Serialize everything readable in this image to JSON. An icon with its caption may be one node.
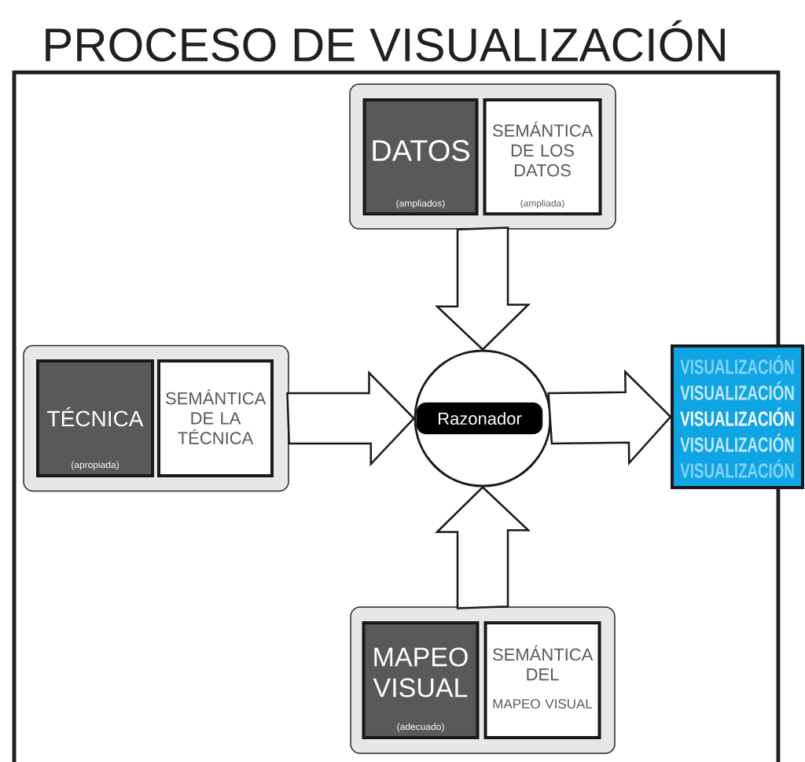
{
  "diagram": {
    "title": "PROCESO DE VISUALIZACIÓN",
    "nodes": [
      {
        "text": [],
        "shape": "box"
      },
      {
        "text": [
          "DATOS",
          "(ampliados)"
        ],
        "in": 0
      },
      {
        "text": [
          "SEMÁNTICA DE LOS DATOS",
          "(ampliada)"
        ],
        "in": 0
      },
      {
        "text": [],
        "shape": "box"
      },
      {
        "text": [
          "TÉCNICA",
          "(apropiada)"
        ],
        "in": 3
      },
      {
        "text": [
          "SEMÁNTICA DE LA TÉCNICA"
        ],
        "in": 3
      },
      {
        "text": [],
        "shape": "circle"
      },
      {
        "text": [
          "Razonador"
        ],
        "in": 6
      },
      {
        "text": [
          "VISUALIZACIÓN",
          "VISUALIZACIÓN",
          "VISUALIZACIÓN",
          "VISUALIZACIÓN",
          "VISUALIZACIÓN"
        ]
      },
      {
        "text": [],
        "shape": "box"
      },
      {
        "text": [
          "MAPEO VISUAL",
          "(adecuado)"
        ],
        "in": 9
      },
      {
        "text": [
          "SEMÁNTICA DEL",
          "MAPEO VISUAL"
        ],
        "in": 9
      }
    ],
    "edges": [
      {
        "from": 0,
        "to": 6,
        "arrow": "to"
      },
      {
        "from": 3,
        "to": 6,
        "arrow": "to"
      },
      {
        "from": 9,
        "to": 6,
        "arrow": "to"
      },
      {
        "from": 6,
        "to": 8,
        "arrow": "to"
      }
    ]
  }
}
